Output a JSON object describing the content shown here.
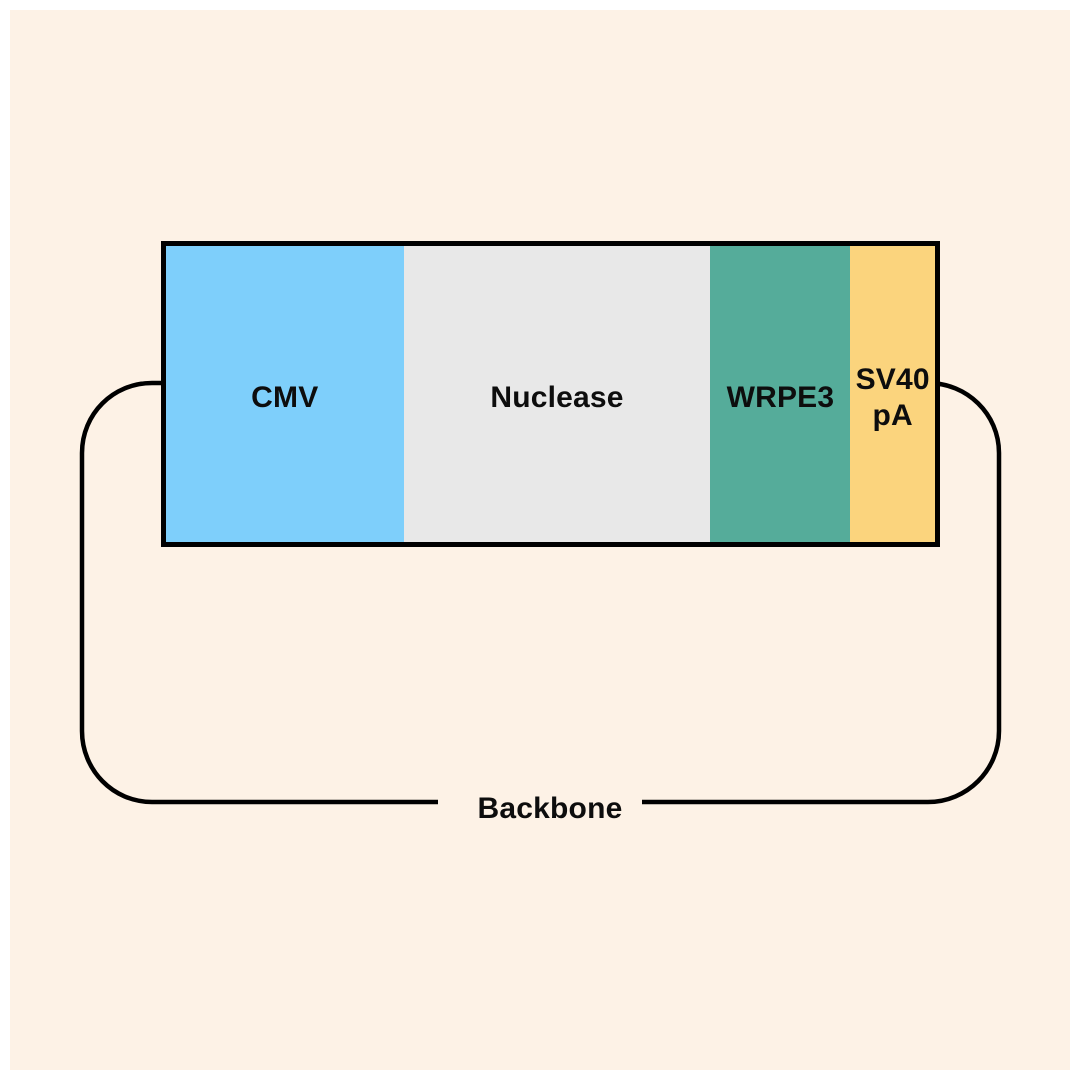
{
  "diagram": {
    "kind": "plasmid-vector-map",
    "colors": {
      "frame": "#ffffff",
      "background": "#fdf2e6",
      "outline": "#000000",
      "text": "#0d0d0d"
    },
    "segments": [
      {
        "label": "CMV",
        "color": "#7ecffb",
        "width_pct": 30.9
      },
      {
        "label": "Nuclease",
        "color": "#e8e8e8",
        "width_pct": 39.9
      },
      {
        "label": "WRPE3",
        "color": "#55ac9a",
        "width_pct": 18.2
      },
      {
        "label": "SV40 pA",
        "color": "#fbd47d",
        "width_pct": 11.0
      }
    ],
    "backbone": {
      "label": "Backbone"
    }
  }
}
